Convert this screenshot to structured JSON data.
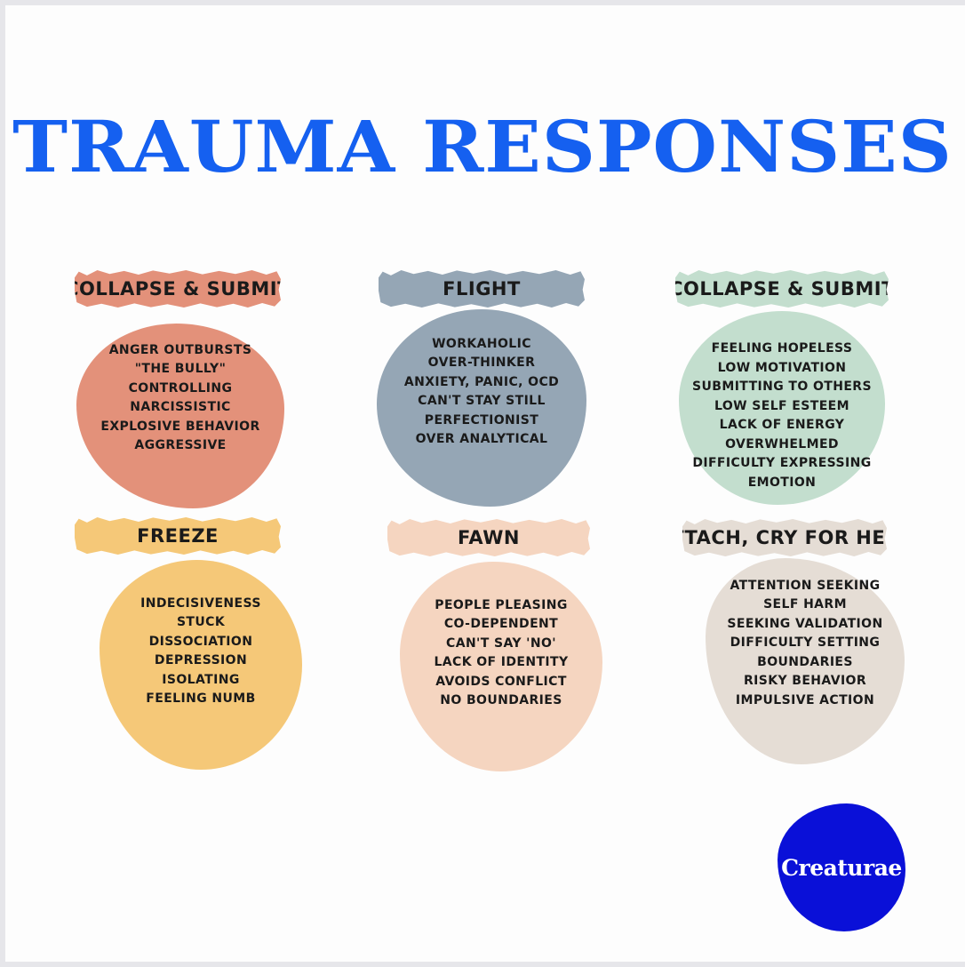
{
  "title": "TRAUMA RESPONSES",
  "brand": "Creaturae",
  "colors": {
    "title": "#1560f0",
    "logo": "#0a10d8",
    "terracotta": "#e3917a",
    "slate": "#95a6b5",
    "sage": "#c3dece",
    "yellow": "#f5c878",
    "peach": "#f5d5c0",
    "stone": "#e5ddd5"
  },
  "cards": [
    {
      "heading": "COLLAPSE & SUBMIT",
      "items": [
        "ANGER OUTBURSTS",
        "\"THE BULLY\"",
        "CONTROLLING",
        "NARCISSISTIC",
        "EXPLOSIVE BEHAVIOR",
        "AGGRESSIVE"
      ]
    },
    {
      "heading": "FLIGHT",
      "items": [
        "WORKAHOLIC",
        "OVER-THINKER",
        "ANXIETY, PANIC, OCD",
        "CAN'T STAY STILL",
        "PERFECTIONIST",
        "OVER ANALYTICAL"
      ]
    },
    {
      "heading": "COLLAPSE & SUBMIT",
      "items": [
        "FEELING HOPELESS",
        "LOW MOTIVATION",
        "SUBMITTING TO OTHERS",
        "LOW SELF ESTEEM",
        "LACK OF ENERGY",
        "OVERWHELMED",
        "DIFFICULTY EXPRESSING",
        "EMOTION"
      ]
    },
    {
      "heading": "FREEZE",
      "items": [
        "INDECISIVENESS",
        "STUCK",
        "DISSOCIATION",
        "DEPRESSION",
        "ISOLATING",
        "FEELING NUMB"
      ]
    },
    {
      "heading": "FAWN",
      "items": [
        "PEOPLE PLEASING",
        "CO-DEPENDENT",
        "CAN'T SAY 'NO'",
        "LACK OF IDENTITY",
        "AVOIDS CONFLICT",
        "NO BOUNDARIES"
      ]
    },
    {
      "heading": "ATTACH, CRY FOR HELP",
      "items": [
        "ATTENTION SEEKING",
        "SELF HARM",
        "SEEKING VALIDATION",
        "DIFFICULTY SETTING",
        "BOUNDARIES",
        "RISKY BEHAVIOR",
        "IMPULSIVE ACTION"
      ]
    }
  ]
}
